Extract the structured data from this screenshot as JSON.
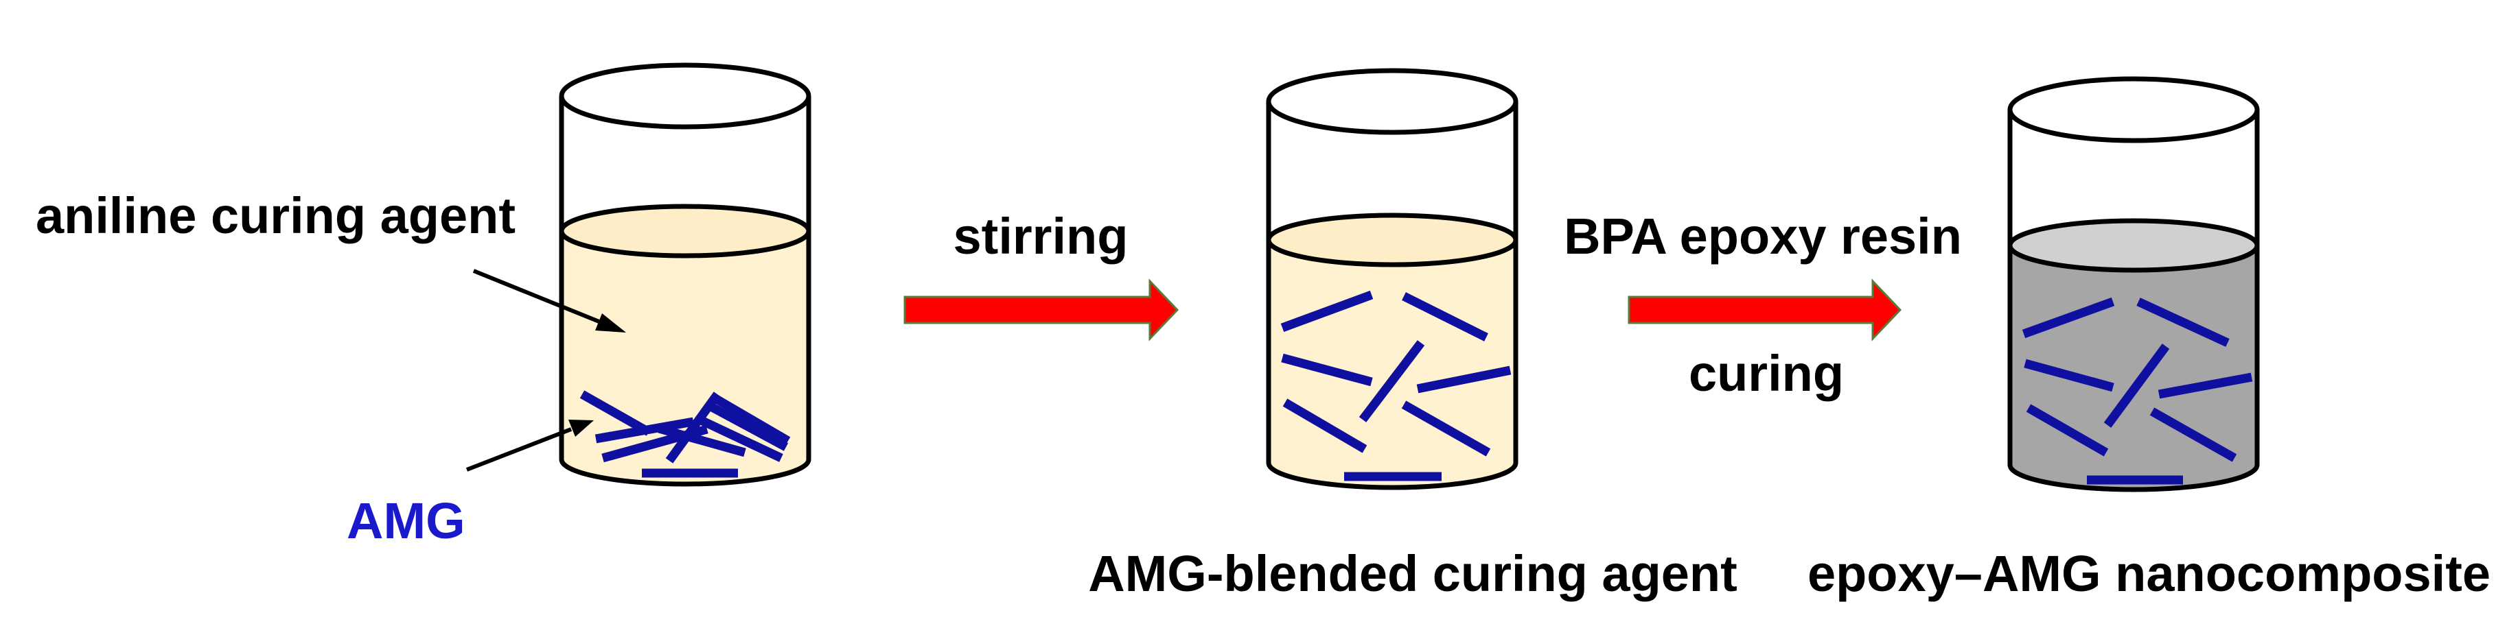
{
  "labels": {
    "aniline": "aniline curing agent",
    "amg": "AMG",
    "stirring": "stirring",
    "bpa": "BPA epoxy resin",
    "curing": "curing",
    "blended": "AMG-blended curing agent",
    "nanocomposite": "epoxy–AMG nanocomposite"
  },
  "colors": {
    "curing_agent_liquid": "#fff2d0",
    "curing_agent_surface": "#fdeec8",
    "epoxy_liquid": "#a6a6a6",
    "epoxy_surface": "#d0d0d0",
    "amg_rod": "#1010a0",
    "amg_label": "#1a1acc",
    "arrow_fill": "#ff0000",
    "arrow_stroke": "#5a7a3a",
    "outline": "#000000"
  },
  "icons": {
    "beaker": "beaker-icon",
    "rod": "amg-rod-icon",
    "arrow": "process-arrow-icon"
  }
}
